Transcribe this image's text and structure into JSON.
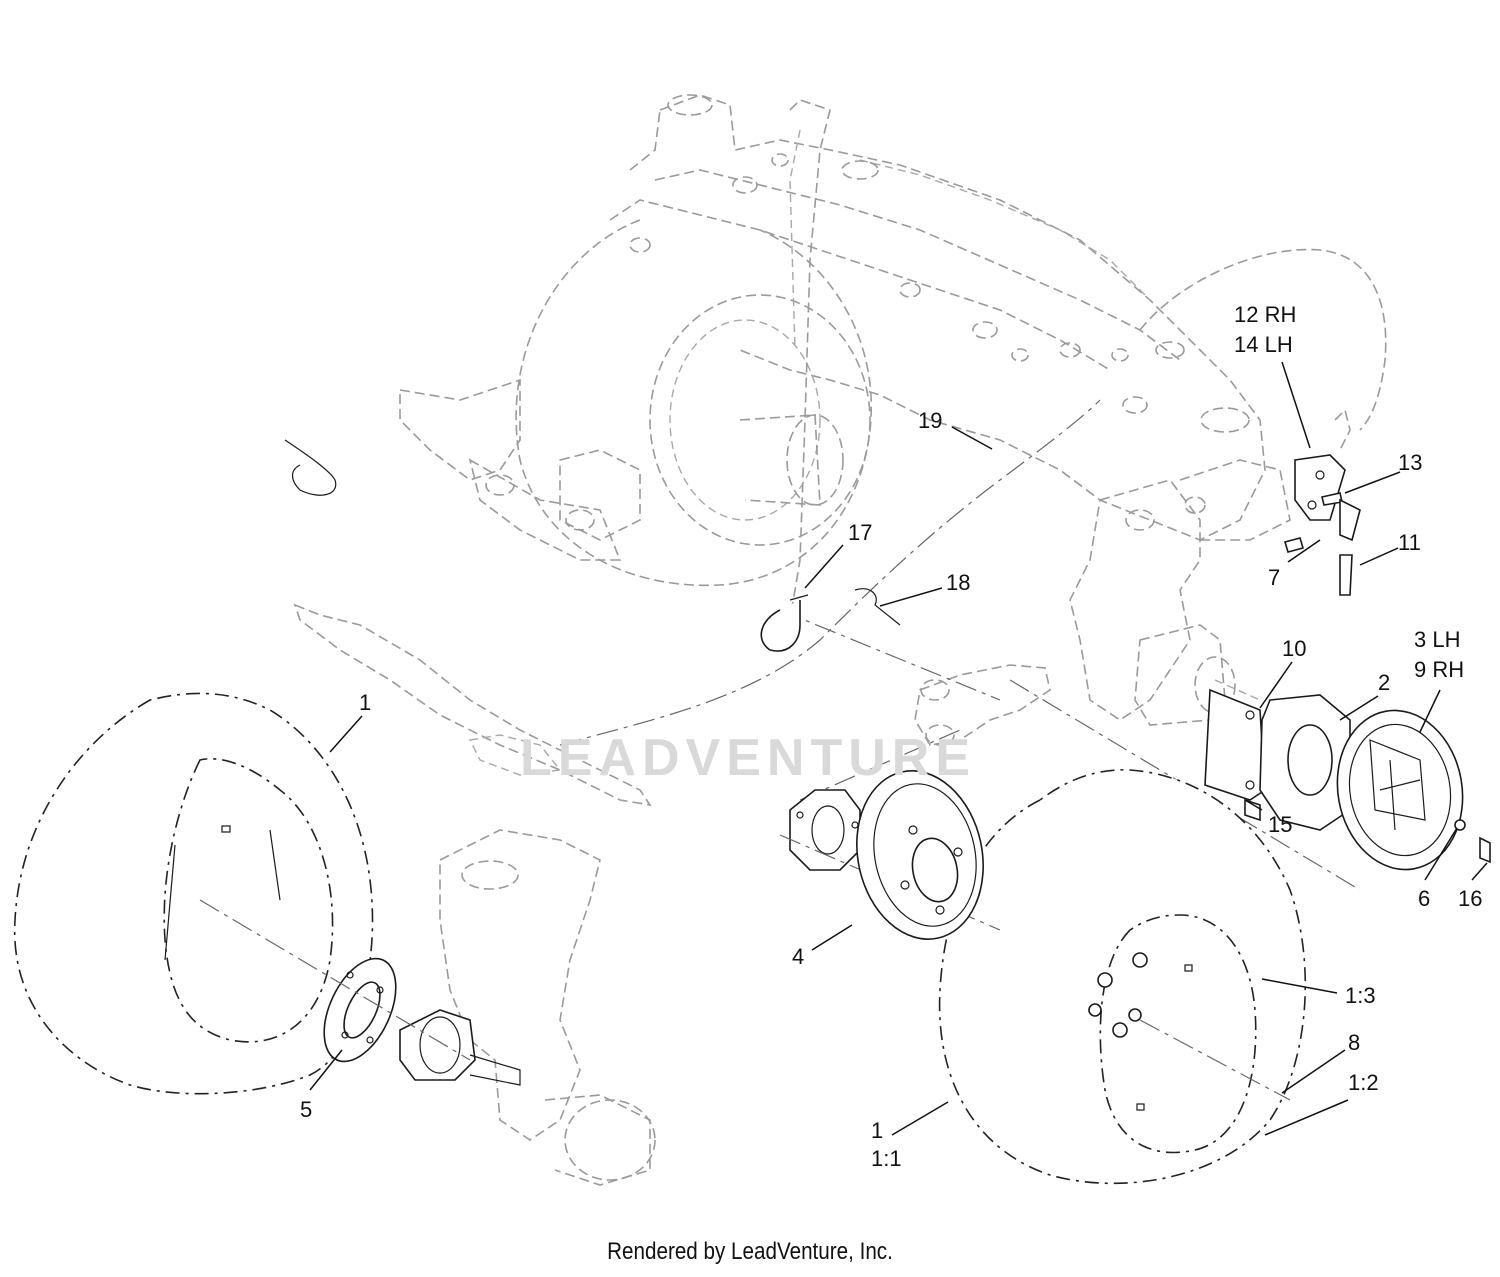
{
  "watermark": "LEADVENTURE",
  "footer": "Rendered by LeadVenture, Inc.",
  "callouts": {
    "c12": "12 RH",
    "c14": "14 LH",
    "c13": "13",
    "c19": "19",
    "c11": "11",
    "c7": "7",
    "c17": "17",
    "c18": "18",
    "c10": "10",
    "c2": "2",
    "c3": "3 LH",
    "c9": "9 RH",
    "c15": "15",
    "c6": "6",
    "c16": "16",
    "c1a": "1",
    "c4": "4",
    "c13b": "1:3",
    "c8": "8",
    "c12b": "1:2",
    "c5": "5",
    "c1b": "1",
    "c11b": "1:1"
  }
}
